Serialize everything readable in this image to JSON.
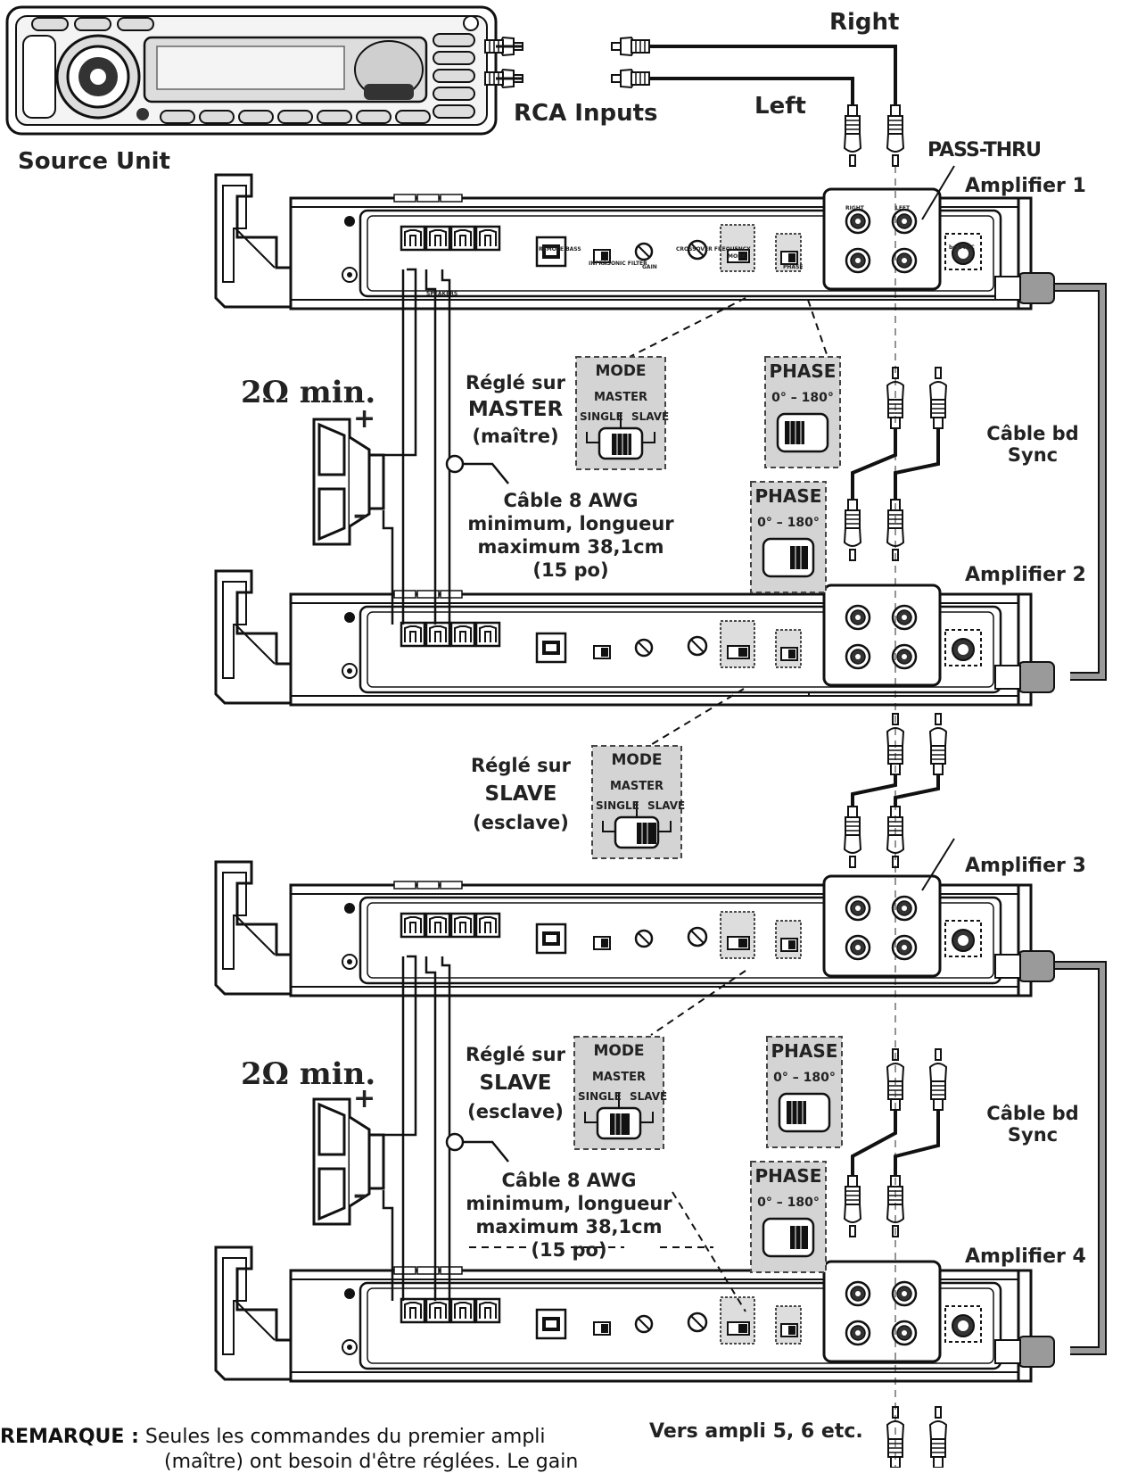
{
  "labels": {
    "right": "Right",
    "left": "Left",
    "rca_inputs": "RCA Inputs",
    "source_unit": "Source Unit",
    "pass_thru": "PASS-THRU",
    "amp1": "Amplifier 1",
    "amp2": "Amplifier 2",
    "amp3": "Amplifier 3",
    "amp4": "Amplifier 4",
    "ohm1": "2Ω min.",
    "ohm2": "2Ω min.",
    "plus": "+",
    "minus": "–",
    "cable_sync_1a": "Câble bd",
    "cable_sync_1b": "Sync",
    "cable_sync_2a": "Câble bd",
    "cable_sync_2b": "Sync",
    "set_master_1": "Réglé sur",
    "set_master_2": "MASTER",
    "set_master_3": "(maître)",
    "set_slave_a1": "Réglé sur",
    "set_slave_a2": "SLAVE",
    "set_slave_a3": "(esclave)",
    "set_slave_b1": "Réglé sur",
    "set_slave_b2": "SLAVE",
    "set_slave_b3": "(esclave)",
    "cable_awg_1": [
      "Câble 8 AWG",
      "minimum, longueur",
      "maximum 38,1cm",
      "(15 po)"
    ],
    "cable_awg_2": [
      "Câble 8 AWG",
      "minimum, longueur",
      "maximum 38,1cm",
      "(15 po)"
    ],
    "vers_ampli": "Vers ampli 5, 6 etc.",
    "note_label": "REMARQUE :",
    "note_line1": "Seules les commandes du premier ampli",
    "note_line2": "(maître) ont besoin d'être réglées. Le gain"
  },
  "callouts": {
    "mode_title": "MODE",
    "master": "MASTER",
    "single": "SINGLE",
    "slave": "SLAVE",
    "phase_title": "PHASE",
    "phase_range": "0° – 180°"
  },
  "panel": {
    "remote_bass": "REMOTE BASS",
    "infrasonic": "INFRASONIC FILTER",
    "gain": "GAIN",
    "crossover": "CROSSOVER FREQUENCY",
    "mode": "MODE",
    "phase": "PHASE",
    "speakers": "SPEAKERS",
    "right": "RIGHT",
    "left": "LEFT",
    "bd_sync": "bd SYNC"
  },
  "colors": {
    "line": "#1a1a1a",
    "callout_bg": "#d4d4d4",
    "sync_cable": "#9a9a9a"
  }
}
